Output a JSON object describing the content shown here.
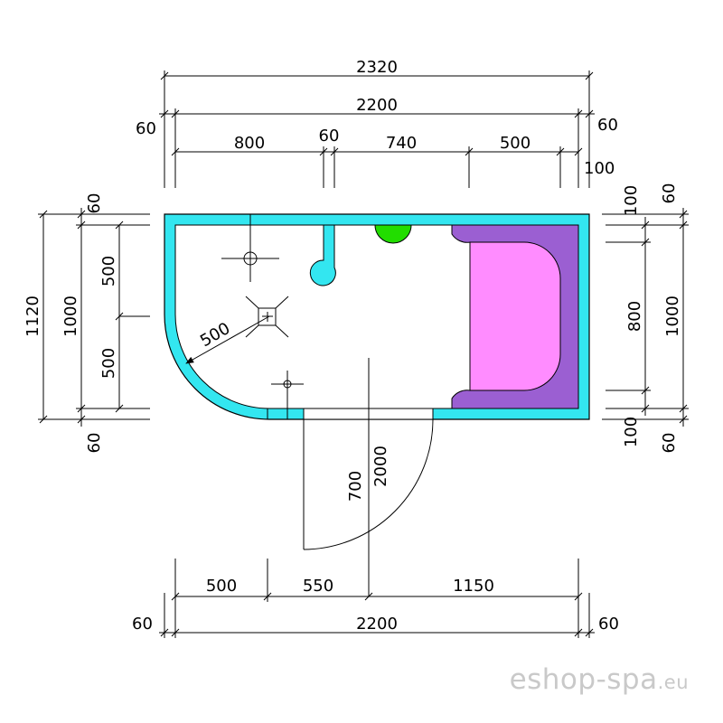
{
  "colors": {
    "wall": "#33e6f0",
    "seat": "#9b5fd2",
    "cushion": "#ff8cff",
    "vent": "#22dd00",
    "outline": "#000000",
    "watermark": "#c9c9c9"
  },
  "dimensions": {
    "top_total": "2320",
    "top_inner": "2200",
    "top_wall_left": "60",
    "top_wall_right": "60",
    "seg_800": "800",
    "seg_60": "60",
    "seg_740": "740",
    "seg_500": "500",
    "seg_100": "100",
    "left_total": "1120",
    "left_inner": "1000",
    "left_top_wall": "60",
    "left_bottom_wall": "60",
    "left_upper": "500",
    "left_lower": "500",
    "right_top_100": "100",
    "right_top_60": "60",
    "right_800": "800",
    "right_1000": "1000",
    "right_bottom_100": "100",
    "right_bottom_60": "60",
    "radius": "500",
    "door_700": "700",
    "door_2000": "2000",
    "bottom_500": "500",
    "bottom_550": "550",
    "bottom_1150": "1150",
    "bottom_total": "2200",
    "bottom_wall_left": "60",
    "bottom_wall_right": "60"
  },
  "watermark": {
    "name": "eshop-spa",
    "tld": ".eu"
  }
}
